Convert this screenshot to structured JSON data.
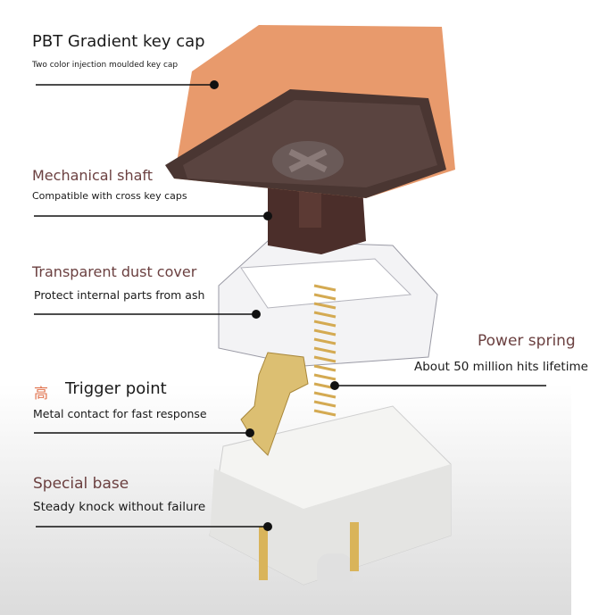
{
  "callouts": [
    {
      "title": "PBT Gradient key cap",
      "subtitle": "Two color injection moulded key cap"
    },
    {
      "title": "Mechanical shaft",
      "subtitle": "Compatible with cross key caps"
    },
    {
      "title": "Transparent dust cover",
      "subtitle": "Protect internal parts from ash"
    },
    {
      "title": "Power spring",
      "subtitle": "About 50 million hits lifetime"
    },
    {
      "title": "Trigger point",
      "subtitle": "Metal contact for fast response",
      "prefix_glyph": "高"
    },
    {
      "title": "Special base",
      "subtitle": "Steady knock without failure"
    }
  ],
  "colors": {
    "keycap": "#e89a6c",
    "keycap_inner": "#4a3632",
    "stem": "#4b2e2a",
    "gold": "#d9b45a",
    "base": "#f2f2f0",
    "title_accent": "#6b4040"
  }
}
